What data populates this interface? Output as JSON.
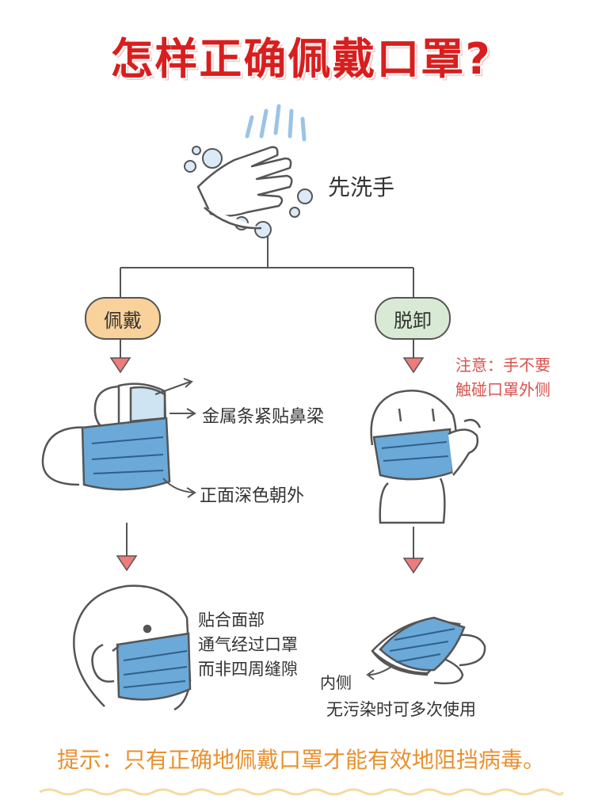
{
  "title": "怎样正确佩戴口罩?",
  "step_wash": "先洗手",
  "branches": {
    "wear": "佩戴",
    "remove": "脱卸"
  },
  "wear_labels": {
    "metal_strip": "金属条紧贴鼻梁",
    "front_side": "正面深色朝外",
    "fit_lines": [
      "贴合面部",
      "通气经过口罩",
      "而非四周缝隙"
    ]
  },
  "remove_labels": {
    "note_lines": [
      "注意：手不要",
      "触碰口罩外侧"
    ],
    "inner_side": "内侧",
    "reuse": "无污染时可多次使用"
  },
  "tip": "提示：只有正确地佩戴口罩才能有效地阻挡病毒。",
  "colors": {
    "title_red": "#d81e1e",
    "mask_blue": "#6aa9d8",
    "wear_pill": "#f8d29a",
    "remove_pill": "#d9ead4",
    "arrow_fill": "#ef7b7b",
    "note_red": "#d9534f",
    "tip_orange": "#e8912f"
  }
}
